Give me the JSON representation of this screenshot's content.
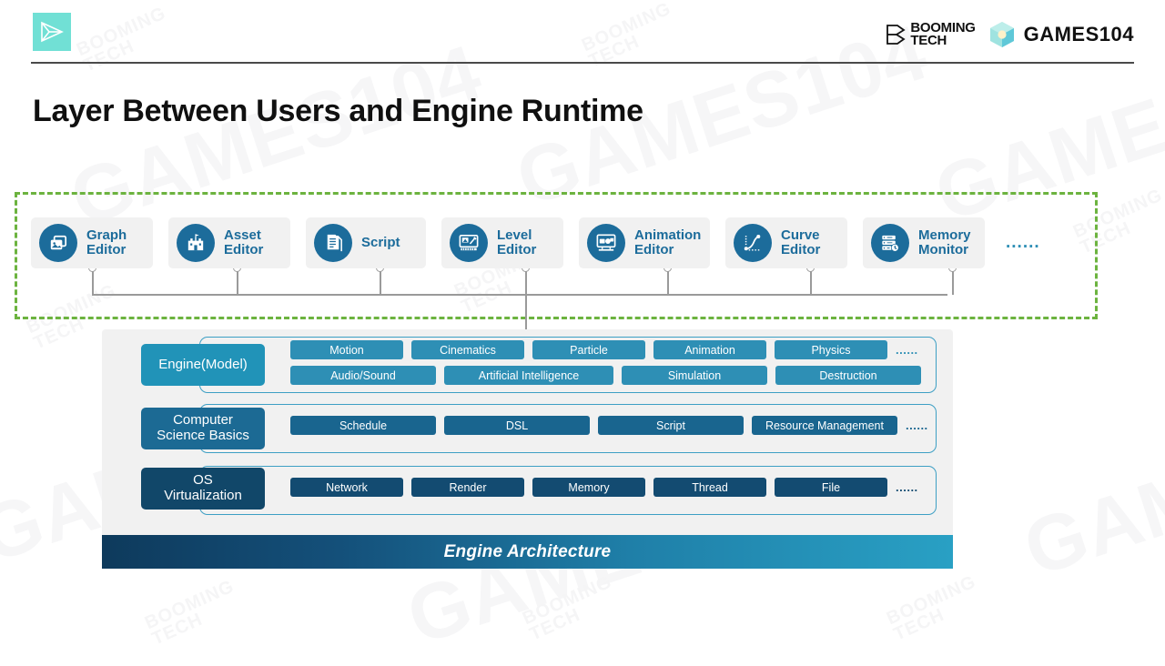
{
  "header": {
    "logo_icon": "play-triangle-logo",
    "brand_left": "BOOMING",
    "brand_left2": "TECH",
    "brand_right": "GAMES104",
    "cube_icon": "cube-logo-icon"
  },
  "title": "Layer Between Users and Engine Runtime",
  "editors": {
    "ellipsis": "......",
    "cards": [
      {
        "label": "Graph\nEditor",
        "icon": "images-icon"
      },
      {
        "label": "Asset\nEditor",
        "icon": "castle-icon"
      },
      {
        "label": "Script",
        "icon": "documents-icon"
      },
      {
        "label": "Level\nEditor",
        "icon": "level-design-icon"
      },
      {
        "label": "Animation\nEditor",
        "icon": "animation-monitor-icon"
      },
      {
        "label": "Curve\nEditor",
        "icon": "curve-graph-icon"
      },
      {
        "label": "Memory\nMonitor",
        "icon": "server-clock-icon"
      }
    ]
  },
  "architecture": {
    "footer_label": "Engine Architecture",
    "layers": [
      {
        "name": "Engine(Model)",
        "color": "#2193b8",
        "chip_color": "#2e8fb5",
        "ellipsis": "......",
        "rows": [
          [
            "Motion",
            "Cinematics",
            "Particle",
            "Animation",
            "Physics"
          ],
          [
            "Audio/Sound",
            "Artificial Intelligence",
            "Simulation",
            "Destruction"
          ]
        ]
      },
      {
        "name": "Computer\nScience Basics",
        "color": "#1c6a94",
        "chip_color": "#19658f",
        "ellipsis": "......",
        "rows": [
          [
            "Schedule",
            "DSL",
            "Script",
            "Resource Management"
          ]
        ]
      },
      {
        "name": "OS\nVirtualization",
        "color": "#114769",
        "chip_color": "#134b71",
        "ellipsis": "......",
        "rows": [
          [
            "Network",
            "Render",
            "Memory",
            "Thread",
            "File"
          ]
        ]
      }
    ]
  },
  "colors": {
    "accent_green": "#6cb33f",
    "brand_teal": "#71e0d5",
    "panel_bg": "#f1f1f1",
    "icon_blue": "#1c6c9b"
  }
}
